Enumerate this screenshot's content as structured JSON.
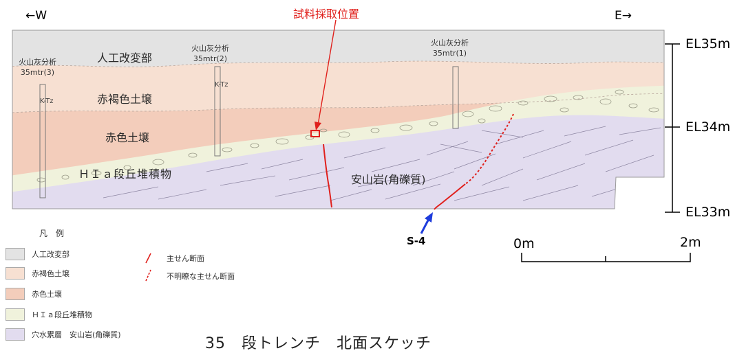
{
  "directions": {
    "west": "←W",
    "east": "E→"
  },
  "sampling_label": "試料採取位置",
  "elevations": [
    "EL35m",
    "EL34m",
    "EL33m"
  ],
  "layer_labels": {
    "artificial": "人工改変部",
    "reddish_brown": "赤褐色土壌",
    "red": "赤色土壌",
    "terrace": "ＨＩａ段丘堆積物",
    "andesite": "安山岩(角礫質)"
  },
  "ash_samples": [
    {
      "title": "火山灰分析",
      "id": "35mtr(3)"
    },
    {
      "title": "火山灰分析",
      "id": "35mtr(2)"
    },
    {
      "title": "火山灰分析",
      "id": "35mtr(1)"
    }
  ],
  "ktz": "K-Tz",
  "fault_label": "S-4",
  "legend": {
    "title": "凡　例",
    "items": [
      {
        "label": "人工改変部",
        "color": "#e3e3e3"
      },
      {
        "label": "赤褐色土壌",
        "color": "#f7e0d2"
      },
      {
        "label": "赤色土壌",
        "color": "#f3cdbb"
      },
      {
        "label": "ＨＩａ段丘堆積物",
        "color": "#f0f2dc"
      },
      {
        "label": "穴水累層　安山岩(角礫質)",
        "color": "#e2dcef"
      }
    ],
    "fault_items": [
      {
        "label": "主せん断面"
      },
      {
        "label": "不明瞭な主せん断面"
      }
    ]
  },
  "scale": {
    "start": "0m",
    "end": "2m"
  },
  "title": "35　段トレンチ　北面スケッチ",
  "colors": {
    "fault": "#e0201c",
    "arrow": "#1e3cdc",
    "artificial": "#e3e3e3",
    "reddish_brown": "#f7e0d2",
    "red": "#f3cdbb",
    "terrace": "#f0f2dc",
    "andesite": "#e2dcef"
  }
}
